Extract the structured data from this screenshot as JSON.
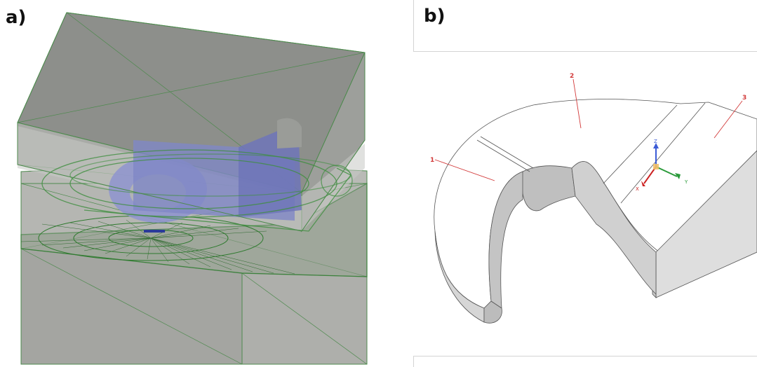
{
  "panels": {
    "a": {
      "label": "a)"
    },
    "b": {
      "label": "b)",
      "regions": [
        "1",
        "2",
        "3"
      ],
      "axes": {
        "z": "Z",
        "y": "Y",
        "x": "X"
      },
      "colors": {
        "callout": "#d23a3a",
        "z_axis": "#3b5bd6",
        "y_axis": "#2a9a3a",
        "x_axis": "#cc2222"
      }
    }
  },
  "colors": {
    "mesh_green": "#3a8a3a",
    "box_grey": "#a9aaa6",
    "coil_blue": "#7f86c8"
  }
}
